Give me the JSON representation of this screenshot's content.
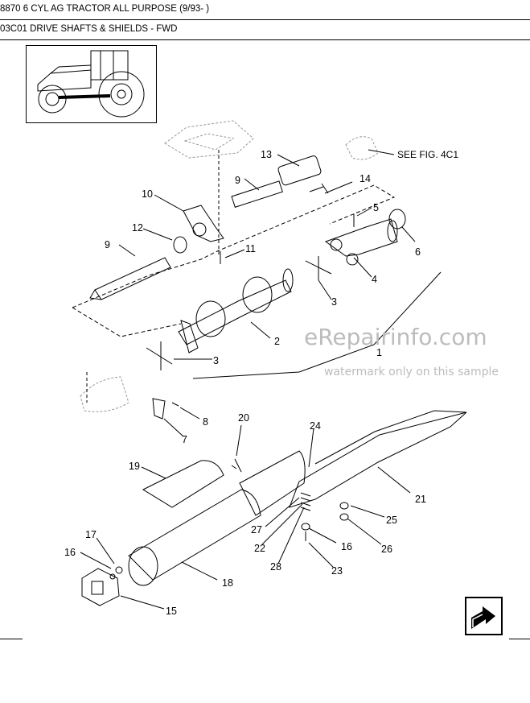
{
  "header": {
    "model_title": "8870 6 CYL AG TRACTOR ALL PURPOSE (9/93- )",
    "section_title": "03C01 DRIVE SHAFTS & SHIELDS - FWD"
  },
  "thumbnail": {
    "icon": "tractor-icon"
  },
  "reference": {
    "text": "SEE FIG. 4C1"
  },
  "watermark": {
    "site": "eRepairinfo.com",
    "note": "watermark only on this sample"
  },
  "callouts": [
    "13",
    "9",
    "14",
    "10",
    "5",
    "12",
    "9",
    "11",
    "6",
    "4",
    "3",
    "2",
    "3",
    "1",
    "8",
    "7",
    "20",
    "24",
    "19",
    "21",
    "17",
    "25",
    "27",
    "16",
    "22",
    "16",
    "26",
    "28",
    "23",
    "18",
    "15"
  ],
  "nav": {
    "icon": "next-page-arrow-icon"
  }
}
